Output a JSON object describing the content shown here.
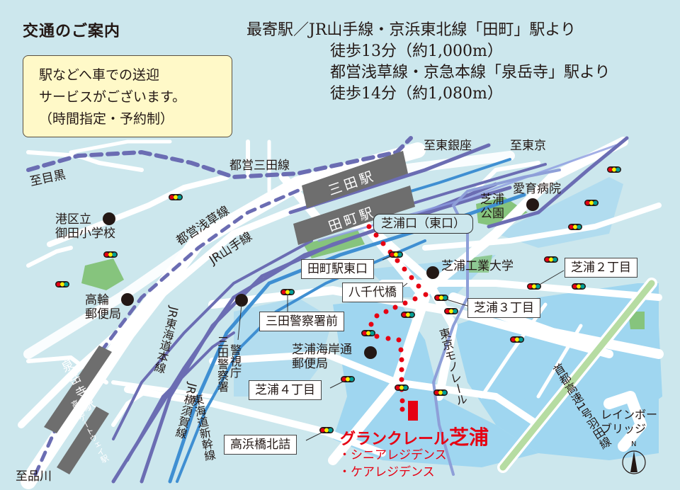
{
  "header": {
    "title": "交通のご案内",
    "nearest_label": "最寄駅／",
    "access": [
      {
        "line": "JR山手線・京浜東北線「田町」駅より",
        "walk": "徒歩13分（約1,000m）"
      },
      {
        "line": "都営浅草線・京急本線「泉岳寺」駅より",
        "walk": "徒歩14分（約1,080m）"
      }
    ]
  },
  "notice": {
    "lines": [
      "駅などへ車での送迎",
      "サービスがございます。",
      "（時間指定・予約制）"
    ]
  },
  "directions": {
    "meguro": "至目黒",
    "ginza": "至東銀座",
    "tokyo": "至東京",
    "shinagawa": "至品川"
  },
  "stations": {
    "mita": "三田駅",
    "tamachi": "田町駅",
    "sengakuji": "泉岳寺駅",
    "takanawa_gateway": "高輪ゲートウェイ駅"
  },
  "lines": {
    "toei_mita": "都営三田線",
    "toei_asakusa": "都営浅草線",
    "jr_yamanote": "JR山手線",
    "jr_tokaido": "JR東海道本線",
    "jr_yokosuka": "JR横須賀線",
    "shinkansen": "東海道新幹線",
    "monorail": "東京モノレール",
    "expressway": "首都高速1号羽田線"
  },
  "landmarks": {
    "mita_school": [
      "港区立",
      "御田小学校"
    ],
    "takanawa_post": [
      "高輪",
      "郵便局"
    ],
    "police_hq": "警視庁",
    "mita_police": "三田警察署",
    "shibaura_post": [
      "芝浦海岸通",
      "郵便局"
    ],
    "aiiku_hospital": "愛育病院",
    "shibaura_park": [
      "芝浦",
      "公園"
    ],
    "shibaura_it": "芝浦工業大学",
    "rainbow_bridge": [
      "レインボー",
      "ブリッジ"
    ]
  },
  "intersections": {
    "shibaura_exit": "芝浦口（東口）",
    "tamachi_east": "田町駅東口",
    "yachiyo": "八千代橋",
    "mita_police_front": "三田警察署前",
    "shibaura2": "芝浦２丁目",
    "shibaura3": "芝浦３丁目",
    "shibaura4": "芝浦４丁目",
    "takahama": "高浜橋北詰"
  },
  "destination": {
    "name_prefix": "グランクレール",
    "name_suffix": "芝浦",
    "services": [
      "・シニアレジデンス",
      "・ケアレジデンス"
    ]
  },
  "compass": {
    "label": "N"
  },
  "colors": {
    "background": "#cce7ed",
    "water": "#9fd6f0",
    "road": "#ffffff",
    "rail": "#6b6db3",
    "rail_blue": "#3f8fd2",
    "park": "#86c47d",
    "station_box": "#6e6e6e",
    "route": "#e60012",
    "notice_bg": "#fff9c8"
  }
}
